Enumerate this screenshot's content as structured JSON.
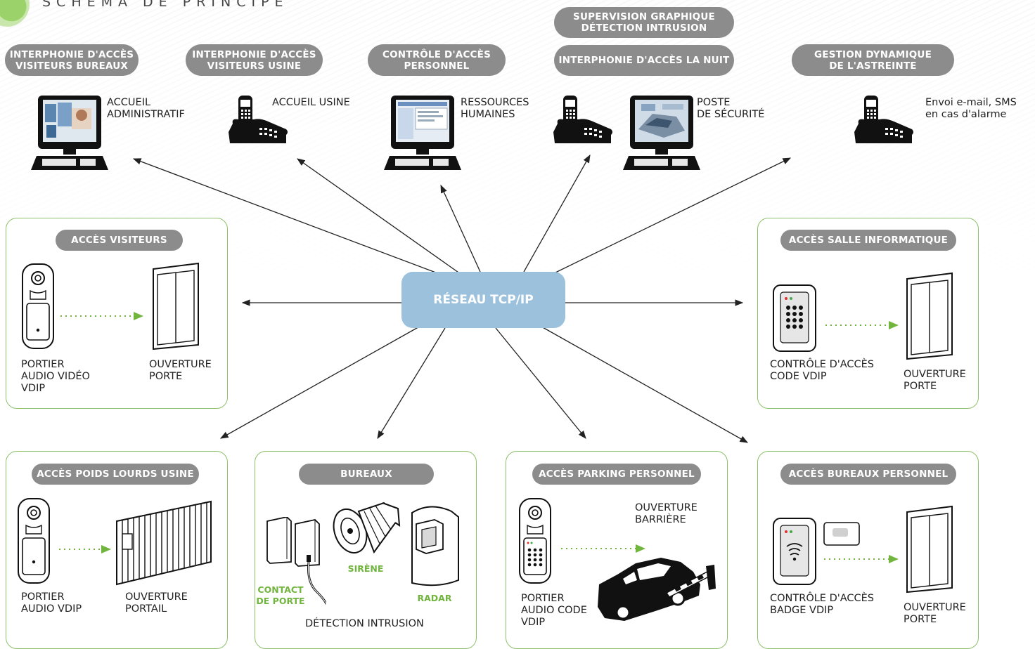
{
  "title": "SCHÉMA DE PRINCIPE",
  "hub": "RÉSEAU TCP/IP",
  "top_pills": {
    "interphonie_bureaux": "INTERPHONIE D'ACCÈS\nVISITEURS BUREAUX",
    "interphonie_usine": "INTERPHONIE D'ACCÈS\nVISITEURS USINE",
    "controle_personnel": "CONTRÔLE D'ACCÈS\nPERSONNEL",
    "supervision": "SUPERVISION GRAPHIQUE\nDÉTECTION INTRUSION",
    "interphonie_nuit": "INTERPHONIE D'ACCÈS LA NUIT",
    "astreinte": "GESTION DYNAMIQUE\nDE L'ASTREINTE"
  },
  "top_labels": {
    "accueil_admin": "ACCUEIL\nADMINISTRATIF",
    "accueil_usine": "ACCUEIL USINE",
    "rh": "RESSOURCES\nHUMAINES",
    "poste_securite": "POSTE\nDE SÉCURITÉ",
    "envoi": "Envoi e-mail, SMS\nen cas d'alarme"
  },
  "boxes": {
    "visiteurs": {
      "title": "ACCÈS VISITEURS",
      "device": "PORTIER\nAUDIO VIDÉO\nVDIP",
      "target": "OUVERTURE\nPORTE"
    },
    "salle_info": {
      "title": "ACCÈS SALLE INFORMATIQUE",
      "device": "CONTRÔLE D'ACCÈS\nCODE VDIP",
      "target": "OUVERTURE\nPORTE"
    },
    "poids_lourds": {
      "title": "ACCÈS POIDS LOURDS USINE",
      "device": "PORTIER\nAUDIO VDIP",
      "target": "OUVERTURE\nPORTAIL"
    },
    "bureaux": {
      "title": "BUREAUX",
      "contact": "CONTACT\nDE PORTE",
      "sirene": "SIRÈNE",
      "radar": "RADAR",
      "footer": "DÉTECTION INTRUSION"
    },
    "parking": {
      "title": "ACCÈS PARKING PERSONNEL",
      "device": "PORTIER\nAUDIO CODE\nVDIP",
      "target": "OUVERTURE\nBARRIÈRE"
    },
    "bureaux_personnel": {
      "title": "ACCÈS BUREAUX PERSONNEL",
      "device": "CONTRÔLE D'ACCÈS\nBADGE VDIP",
      "target": "OUVERTURE\nPORTE"
    }
  },
  "colors": {
    "pill": "#8c8c8c",
    "box_border": "#8dc06a",
    "hub": "#9cc1dc",
    "green_accent": "#71b53e"
  }
}
